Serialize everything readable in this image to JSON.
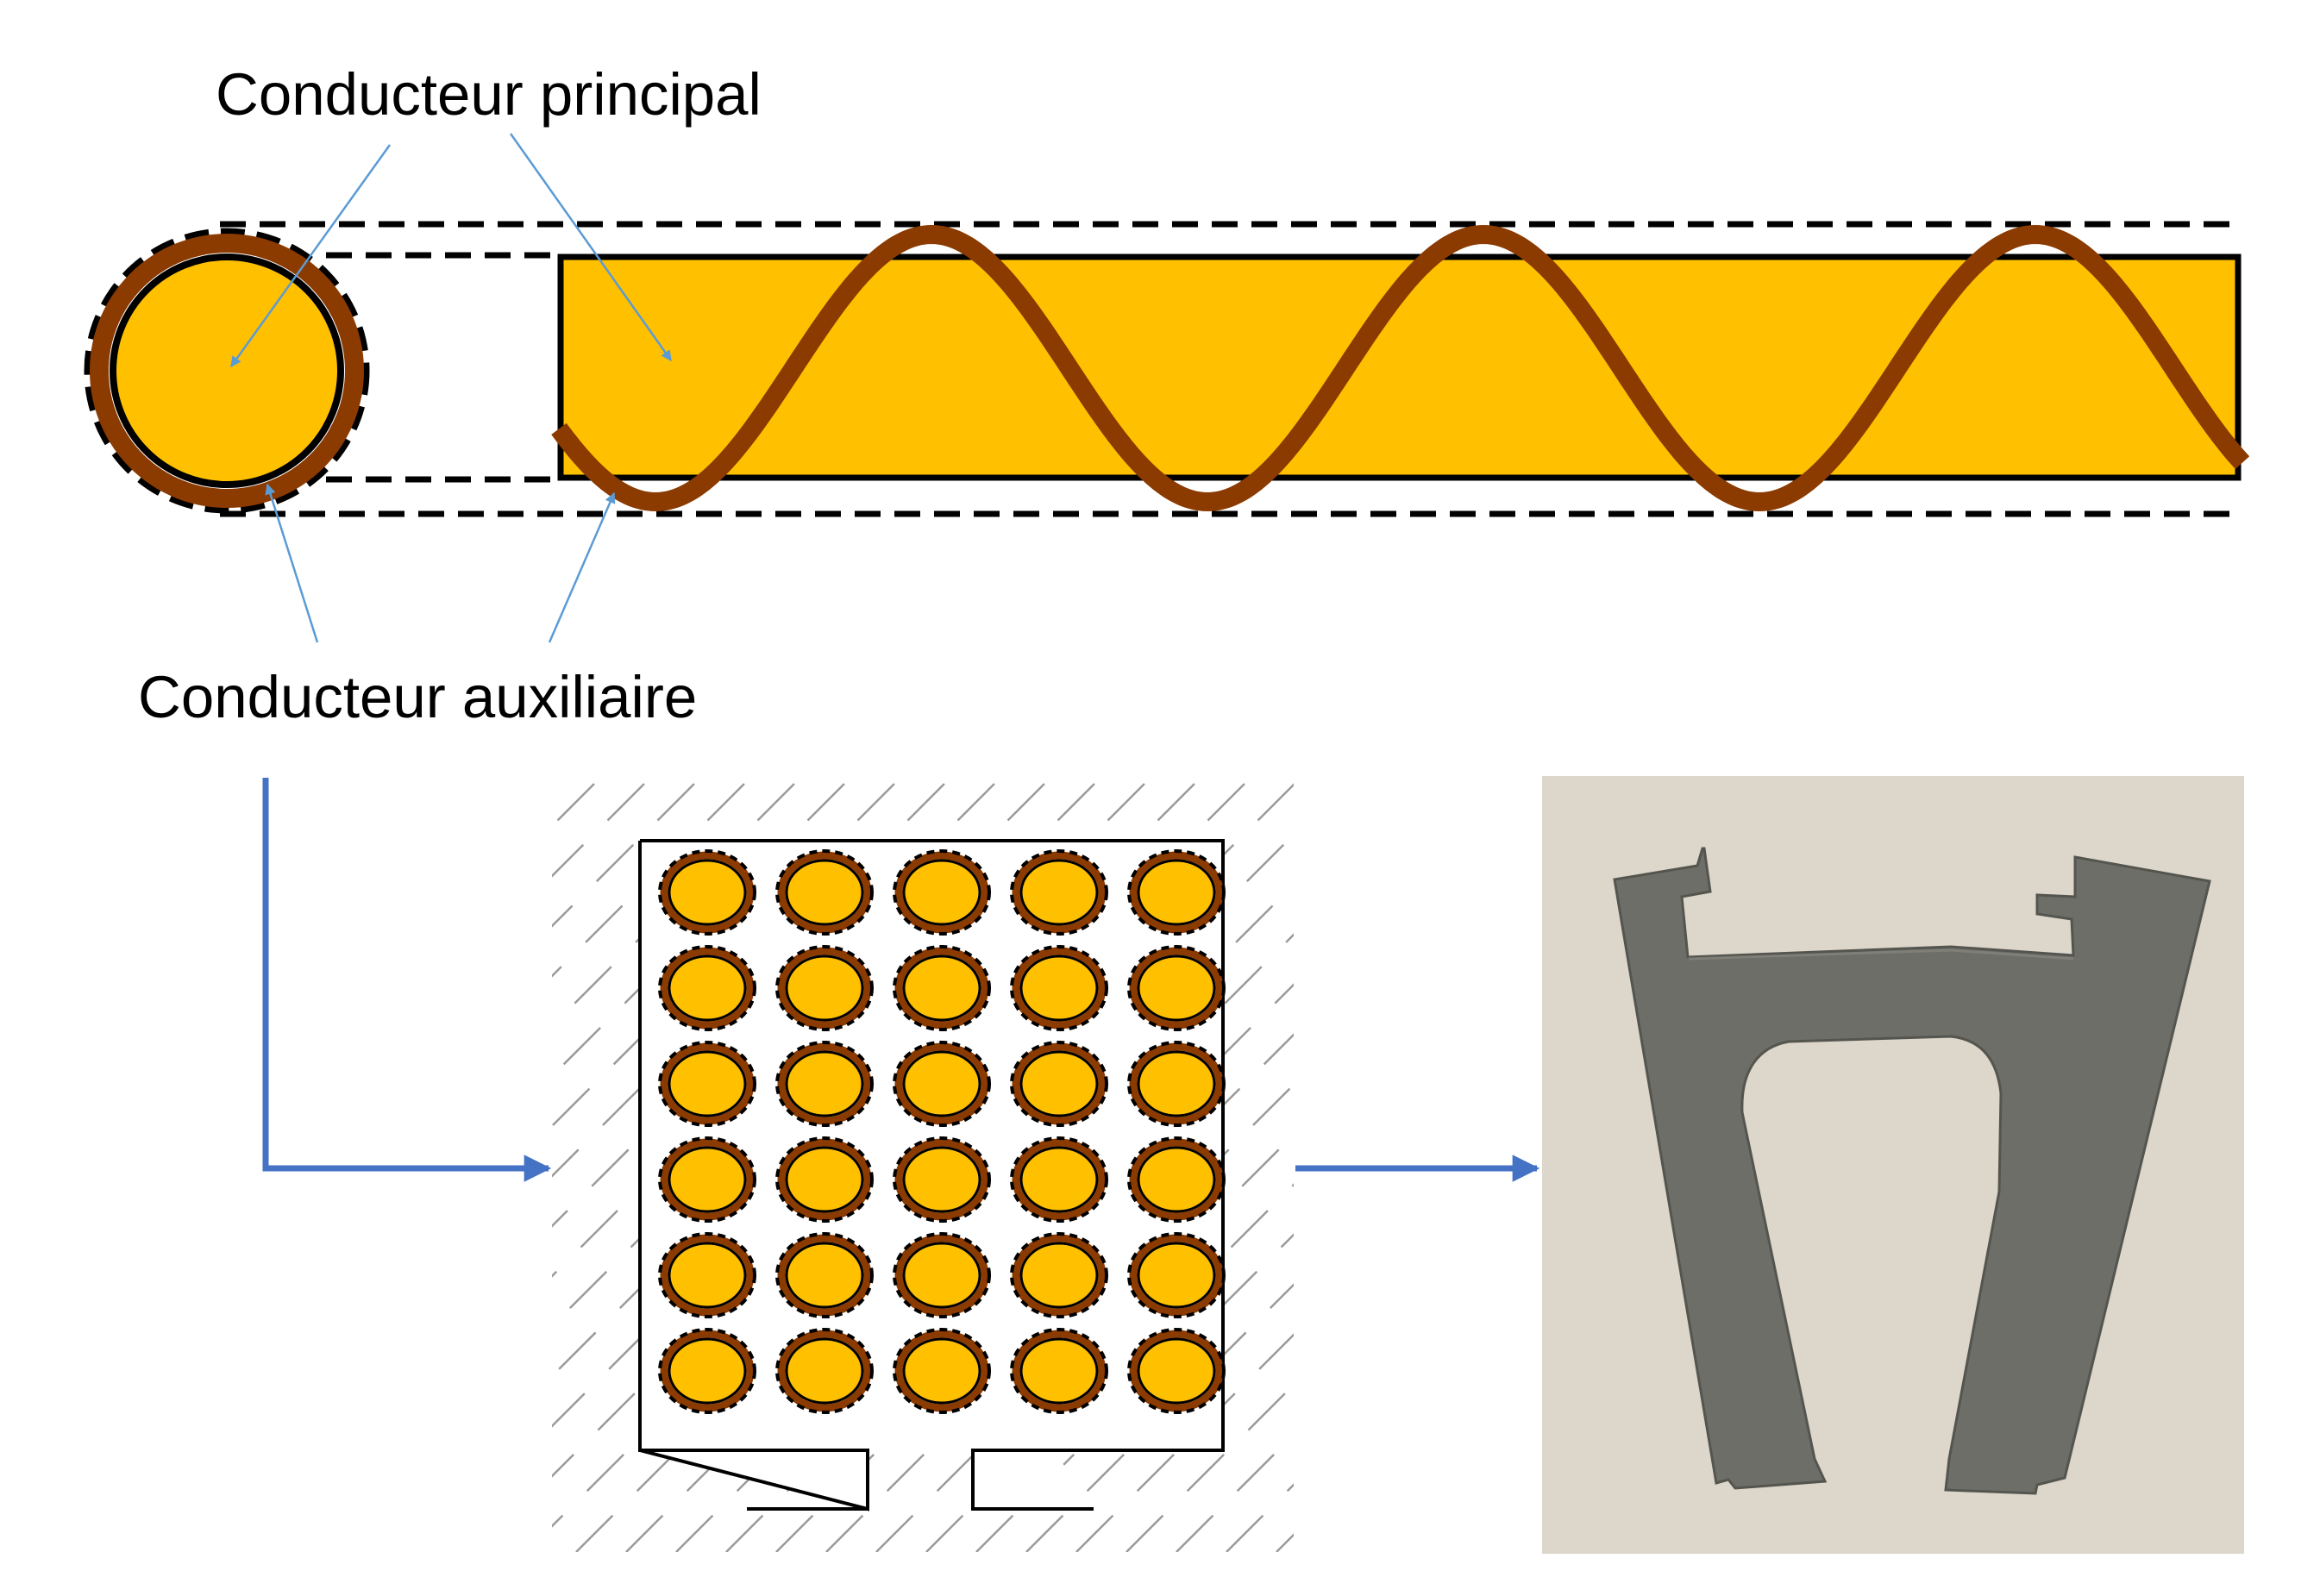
{
  "labels": {
    "main_conductor": "Conducteur principal",
    "aux_conductor": "Conducteur auxiliaire"
  },
  "colors": {
    "conductor_fill": "#FFC000",
    "aux_winding": "#8B3A00",
    "outline": "#000000",
    "leader_line": "#5B9BD5",
    "flow_arrow": "#4472C4",
    "hatch": "#9a9a9a",
    "photo_background": "#DCD6CB",
    "lamination": "#6E6E68"
  },
  "slot": {
    "rows": 6,
    "columns": 5
  },
  "photo": {
    "subject": "stator-lamination-photo"
  }
}
